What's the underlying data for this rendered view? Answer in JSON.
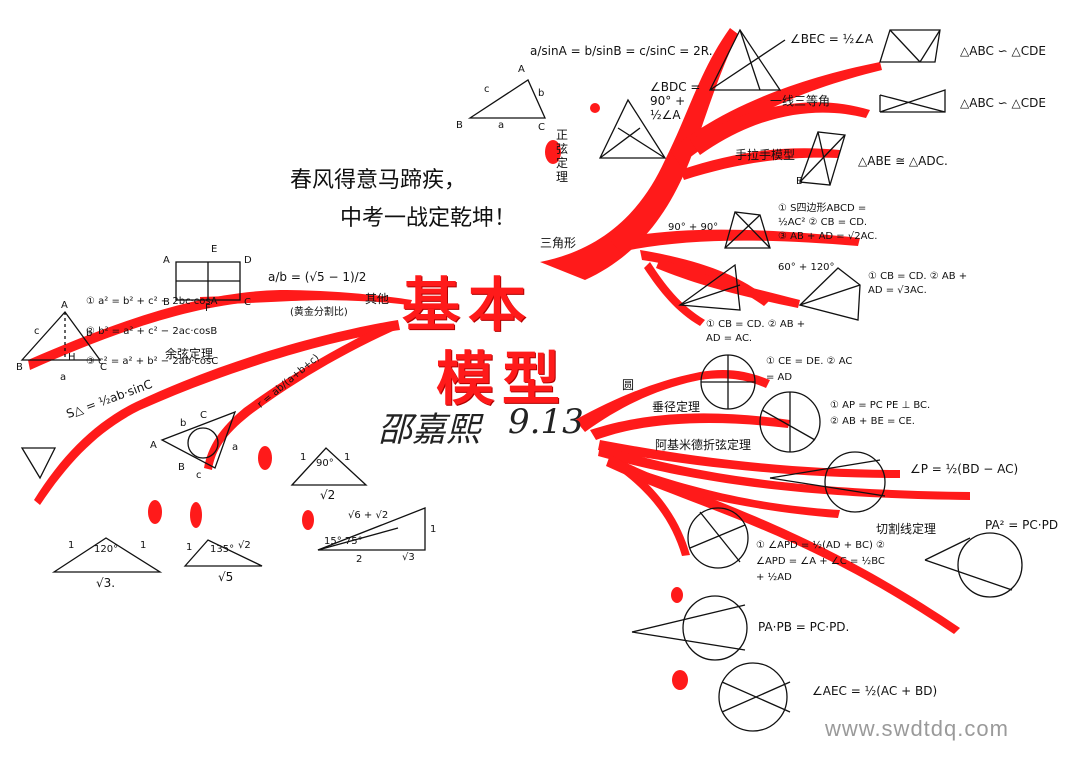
{
  "title": {
    "line1": "基本",
    "line2": "模型"
  },
  "slogan": {
    "line1": "春风得意马蹄疾，",
    "line2": "中考一战定乾坤！"
  },
  "signature": {
    "name": "邵嘉熙",
    "class": "9.13"
  },
  "watermark": "www.swdtdq.com",
  "colors": {
    "branch": "#ff1a1a",
    "ink": "#111111",
    "watermark": "#9a9a9a"
  },
  "branches": {
    "sine_rule": {
      "formula": "a/sinA = b/sinB = c/sinC = 2R.",
      "label": "正弦定理",
      "triangle": {
        "A": "A",
        "B": "B",
        "C": "C",
        "a": "a",
        "b": "b",
        "c": "c"
      }
    },
    "triangle": {
      "label": "三角形",
      "items": [
        {
          "text": "∠BEC = ½∠A"
        },
        {
          "text": "∠BDC = 90° + ½∠A"
        },
        {
          "text": "△ABC ∽ △CDE"
        },
        {
          "text": "△ABC ∽ △CDE"
        },
        {
          "label": "一线三等角"
        },
        {
          "label": "手拉手模型",
          "text": "△ABE ≅ △ADC."
        },
        {
          "text": "① S四边形ABCD = ½AC²  ② CB = CD.  ③ AB + AD = √2AC."
        },
        {
          "text": "① CB = CD.  ② AB + AD = √3AC."
        },
        {
          "text": "① CB = CD.  ② AB + AD = AC."
        },
        {
          "text": "90° + 90°"
        },
        {
          "text": "60° + 120°"
        },
        {
          "text": "B"
        }
      ]
    },
    "left": {
      "label_ratio": "a/b = (√5 − 1)/2",
      "label_ratio_note": "(黄金分割比)",
      "label_other": "其他",
      "label_cosine": "余弦定理",
      "cosine_lines": [
        "① a² = b² + c² − 2bc·cosA",
        "② b² = a² + c² − 2ac·cosB",
        "③ c² = a² + b² − 2ab·cosC"
      ],
      "area_formula": "S△ = ½ab·sinC",
      "inradius": "r = ab/(a+b+c)",
      "rect_labels": {
        "A": "A",
        "B": "B",
        "E": "E",
        "D": "D",
        "F": "F",
        "C": "C"
      },
      "special_triangles": [
        {
          "angle": "120°",
          "side_a": "1",
          "side_b": "1",
          "base": "√3."
        },
        {
          "angle": "135°",
          "side_a": "1",
          "side_b": "√2",
          "base": "√5"
        },
        {
          "angle": "90°",
          "side_a": "1",
          "side_b": "1",
          "base": "√2"
        },
        {
          "angle": "15° 75°",
          "side_a": "√6 + √2",
          "side_b": "1",
          "base": "2",
          "extra": "√3"
        }
      ],
      "cosine_triangle": {
        "A": "A",
        "B": "B",
        "C": "C",
        "H": "H",
        "c": "c",
        "b": "b",
        "a": "a"
      },
      "incircle_triangle": {
        "A": "A",
        "B": "B",
        "C": "C",
        "b": "b",
        "a": "a",
        "c": "c"
      }
    },
    "circle": {
      "label": "圆",
      "items": [
        {
          "text": "① CE = DE.  ② AC = AD"
        },
        {
          "label": "垂径定理",
          "text": ""
        },
        {
          "label": "阿基米德折弦定理",
          "text": "① AP = PC  PE ⊥ BC.  ② AB + BE = CE."
        },
        {
          "text": "∠P = ½(BD − AC)",
          "label": ""
        },
        {
          "label": "切割线定理",
          "text": "PA² = PC·PD"
        },
        {
          "text": "① ∠APD = ½(AD + BC)  ② ∠APD = ∠A + ∠C = ½BC + ½AD"
        },
        {
          "text": "PA·PB = PC·PD."
        },
        {
          "text": "∠AEC = ½(AC + BD)"
        }
      ]
    }
  }
}
